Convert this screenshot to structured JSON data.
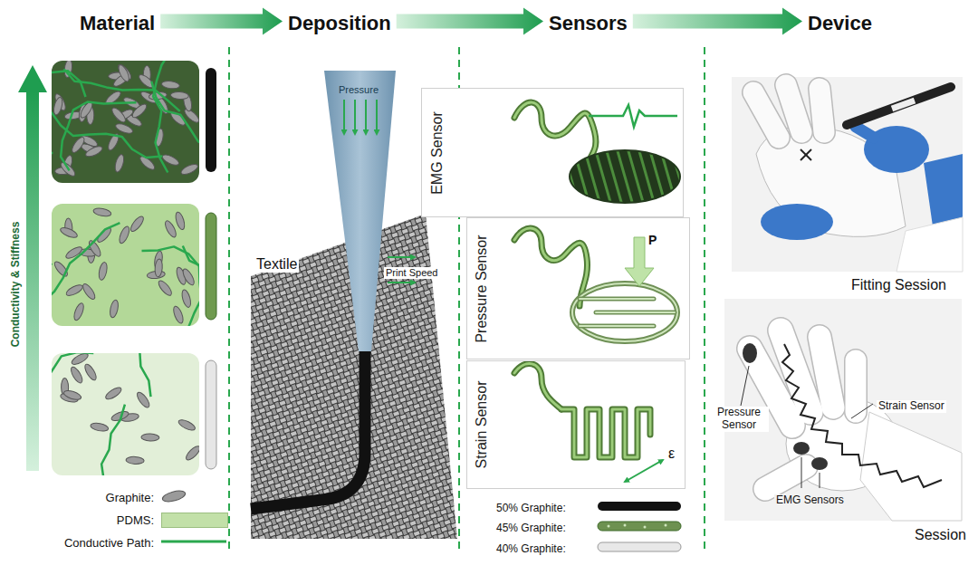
{
  "diagram": {
    "nodes": [
      {
        "text": [
          "Material"
        ]
      },
      {
        "text": [
          "Deposition"
        ]
      },
      {
        "text": [
          "Sensors"
        ]
      },
      {
        "text": [
          "Device"
        ]
      },
      {
        "text": [
          "EMG Sensor"
        ]
      },
      {
        "text": [
          "Pressure Sensor"
        ]
      },
      {
        "text": [
          "Strain Sensor"
        ]
      }
    ],
    "edges": [
      {
        "from": 0,
        "to": 1,
        "arrow": "to"
      },
      {
        "from": 1,
        "to": 2,
        "arrow": "to"
      },
      {
        "from": 2,
        "to": 3,
        "arrow": "to"
      }
    ],
    "labels": [
      "Conductivity & Stiffness",
      "Pressure",
      "Print Speed",
      "Textile",
      "P",
      "ε",
      "50% Graphite:",
      "45% Graphite:",
      "40% Graphite:",
      "Fitting Session",
      "Pressure Sensor",
      "Strain Sensor",
      "EMG Sensors",
      "Session"
    ],
    "legend": [
      {
        "text": "Graphite:"
      },
      {
        "text": "PDMS:",
        "color": "#c2e0a8"
      },
      {
        "text": "Conductive Path:"
      }
    ]
  }
}
